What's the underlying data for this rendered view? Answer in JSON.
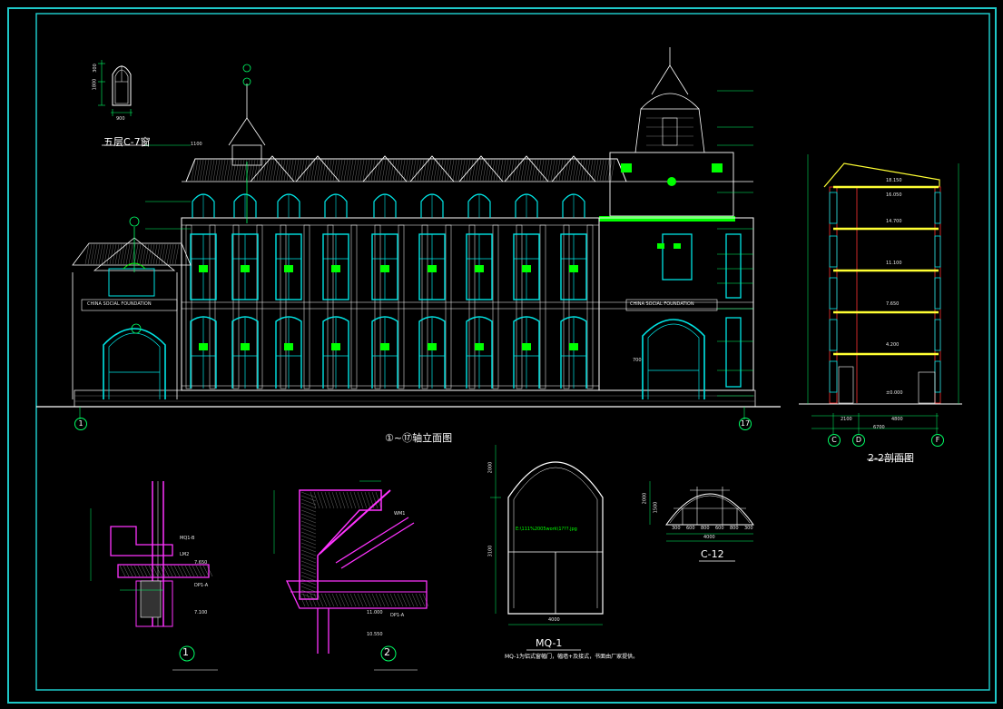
{
  "colors": {
    "background": "#000000",
    "frame": "#1ec8c8",
    "window": "#00e5e5",
    "ornament": "#00ff00",
    "structure": "#ffff33",
    "detail": "#ff33ff",
    "line": "#ffffff"
  },
  "titles": {
    "window_c7": "五层C-7窗",
    "elevation": "①~⑰轴立面图",
    "section": "2-2剖面图",
    "mq1": "MQ-1",
    "mq1_note": "MQ-1为铝式窗幅门，幅墙+及接式，书面由厂家提供。",
    "c12": "C-12",
    "detail1": "1",
    "detail2": "2"
  },
  "grid_labels": {
    "elev_left": "1",
    "elev_right": "17",
    "sec_c": "C",
    "sec_d": "D",
    "sec_f": "F"
  },
  "dimensions": {
    "c7_width": "900",
    "c7_height": "1800",
    "c7_top": "300",
    "mq1_width": "4000",
    "mq1_height": "3100",
    "mq1_top": "2000",
    "c12_width": "4000",
    "c12_height": "1500",
    "c12_total": "2000",
    "c12_segments": [
      "300",
      "600",
      "800",
      "600",
      "800",
      "300"
    ],
    "sec_span_1": "2100",
    "sec_span_2": "4800",
    "sec_total": "6700",
    "elev_1100": "1100",
    "elev_700": "700"
  },
  "levels": [
    "18.150",
    "16.050",
    "14.700",
    "11.100",
    "7.650",
    "4.200",
    "±0.000"
  ],
  "mq1_file_text": "E:\\111%2005work\\1???.jpg",
  "labels": {
    "mq1_b": "MQ1-B",
    "lm2": "LM2",
    "dp1_a": "DP1-A",
    "wm1": "WM1",
    "lvl_7650": "7.650",
    "lvl_7100": "7.100",
    "lvl_11000": "11.000",
    "lvl_10550": "10.550"
  },
  "banner_text": "CHINA SOCIAL FOUNDATION"
}
